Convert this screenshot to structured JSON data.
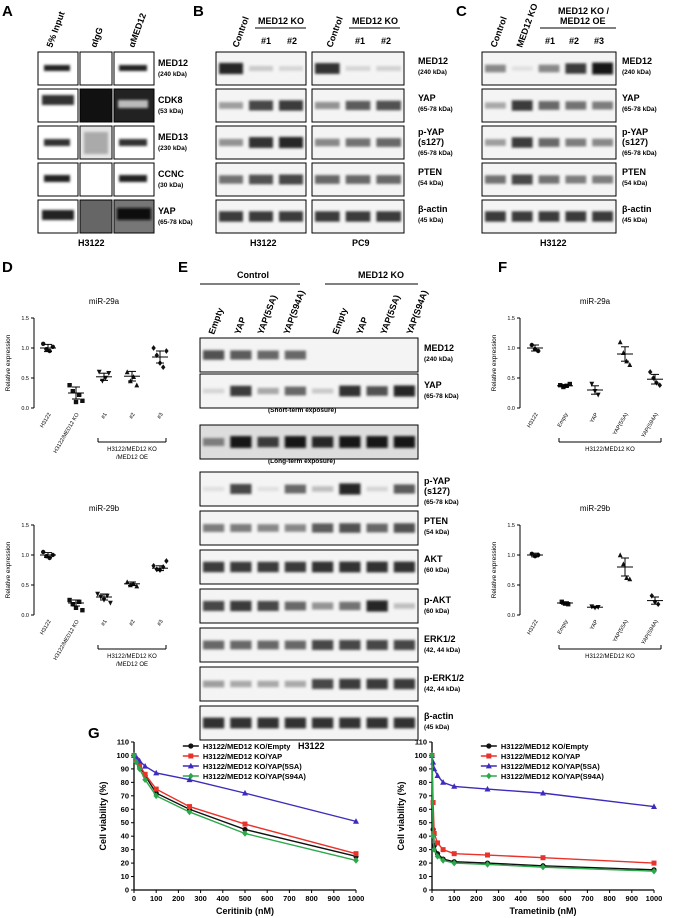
{
  "figure": {
    "panel_letters": [
      "A",
      "B",
      "C",
      "D",
      "E",
      "F",
      "G"
    ]
  },
  "panel_a": {
    "lanes": [
      "5% Input",
      "αIgG",
      "αMED12"
    ],
    "rows": [
      {
        "name": "MED12",
        "size": "(240 kDa)"
      },
      {
        "name": "CDK8",
        "size": "(53 kDa)"
      },
      {
        "name": "MED13",
        "size": "(230 kDa)"
      },
      {
        "name": "CCNC",
        "size": "(30 kDa)"
      },
      {
        "name": "YAP",
        "size": "(65-78 kDa)"
      }
    ],
    "cell_line": "H3122"
  },
  "panel_b": {
    "group_label": "MED12 KO",
    "lanes": [
      "Control",
      "#1",
      "#2"
    ],
    "rows": [
      {
        "name": "MED12",
        "size": "(240 kDa)"
      },
      {
        "name": "YAP",
        "size": "(65-78 kDa)"
      },
      {
        "name": "p-YAP",
        "name2": "(s127)",
        "size": "(65-78 kDa)"
      },
      {
        "name": "PTEN",
        "size": "(54 kDa)"
      },
      {
        "name": "β-actin",
        "size": "(45 kDa)"
      }
    ],
    "cell_lines": [
      "H3122",
      "PC9"
    ]
  },
  "panel_c": {
    "lanes": [
      "Control",
      "MED12 KO",
      "#1",
      "#2",
      "#3"
    ],
    "group_label_line1": "MED12 KO /",
    "group_label_line2": "MED12 OE",
    "rows": [
      {
        "name": "MED12",
        "size": "(240 kDa)"
      },
      {
        "name": "YAP",
        "size": "(65-78 kDa)"
      },
      {
        "name": "p-YAP",
        "name2": "(s127)",
        "size": "(65-78 kDa)"
      },
      {
        "name": "PTEN",
        "size": "(54 kDa)"
      },
      {
        "name": "β-actin",
        "size": "(45 kDa)"
      }
    ],
    "cell_line": "H3122"
  },
  "panel_e": {
    "group_labels": [
      "Control",
      "MED12 KO"
    ],
    "lanes": [
      "Empty",
      "YAP",
      "YAP(5SA)",
      "YAP(S94A)"
    ],
    "rows": [
      {
        "name": "MED12",
        "size": "(240 kDa)"
      },
      {
        "name": "YAP",
        "size": "(65-78 kDa)"
      },
      {
        "name": "p-YAP",
        "name2": "(s127)",
        "size": "(65-78 kDa)"
      },
      {
        "name": "PTEN",
        "size": "(54 kDa)"
      },
      {
        "name": "AKT",
        "size": "(60 kDa)"
      },
      {
        "name": "p-AKT",
        "size": "(60 kDa)"
      },
      {
        "name": "ERK1/2",
        "size": "(42, 44 kDa)"
      },
      {
        "name": "p-ERK1/2",
        "size": "(42, 44 kDa)"
      },
      {
        "name": "β-actin",
        "size": "(45 kDa)"
      }
    ],
    "short_exposure": "(Short-term exposure)",
    "long_exposure": "(Long-term exposure)",
    "cell_line": "H3122"
  },
  "colors": {
    "red": "#e8322a",
    "blue": "#3d2bbd",
    "green": "#2aa84a",
    "black": "#111111"
  },
  "chart_data": [
    {
      "id": "D-top",
      "type": "scatter",
      "title": "miR-29a",
      "ylabel": "Relative expression",
      "ylim": [
        0.0,
        1.5
      ],
      "yticks": [
        "0.0",
        "0.5",
        "1.0",
        "1.5"
      ],
      "categories": [
        "H3122",
        "H3122/MED12 KO",
        "#1",
        "#2",
        "#3"
      ],
      "group_bracket": {
        "label_line1": "H3122/MED12 KO",
        "label_line2": "/MED12 OE",
        "from": 2,
        "to": 4
      },
      "series": [
        {
          "mean": 1.0,
          "sem": 0.06,
          "points": [
            1.07,
            0.98,
            0.95,
            1.02
          ]
        },
        {
          "mean": 0.25,
          "sem": 0.1,
          "points": [
            0.38,
            0.28,
            0.1,
            0.22,
            0.12
          ]
        },
        {
          "mean": 0.52,
          "sem": 0.06,
          "points": [
            0.6,
            0.45,
            0.5,
            0.58
          ]
        },
        {
          "mean": 0.53,
          "sem": 0.08,
          "points": [
            0.6,
            0.45,
            0.52,
            0.38
          ]
        },
        {
          "mean": 0.85,
          "sem": 0.1,
          "points": [
            1.0,
            0.88,
            0.75,
            0.68,
            0.95
          ]
        }
      ]
    },
    {
      "id": "D-bottom",
      "type": "scatter",
      "title": "miR-29b",
      "ylabel": "Relative expression",
      "ylim": [
        0.0,
        1.5
      ],
      "yticks": [
        "0.0",
        "0.5",
        "1.0",
        "1.5"
      ],
      "categories": [
        "H3122",
        "H3122/MED12 KO",
        "#1",
        "#2",
        "#3"
      ],
      "group_bracket": {
        "label_line1": "H3122/MED12 KO",
        "label_line2": "/MED12 OE",
        "from": 2,
        "to": 4
      },
      "series": [
        {
          "mean": 1.0,
          "sem": 0.04,
          "points": [
            1.05,
            0.98,
            0.95,
            1.0
          ]
        },
        {
          "mean": 0.2,
          "sem": 0.05,
          "points": [
            0.25,
            0.18,
            0.12,
            0.22,
            0.08
          ]
        },
        {
          "mean": 0.3,
          "sem": 0.05,
          "points": [
            0.35,
            0.3,
            0.25,
            0.32,
            0.2
          ]
        },
        {
          "mean": 0.52,
          "sem": 0.03,
          "points": [
            0.55,
            0.5,
            0.52,
            0.48
          ]
        },
        {
          "mean": 0.78,
          "sem": 0.04,
          "points": [
            0.82,
            0.76,
            0.75,
            0.8,
            0.9
          ]
        }
      ]
    },
    {
      "id": "F-top",
      "type": "scatter",
      "title": "miR-29a",
      "ylabel": "Relative expression",
      "ylim": [
        0.0,
        1.5
      ],
      "yticks": [
        "0.0",
        "0.5",
        "1.0",
        "1.5"
      ],
      "categories": [
        "H3122",
        "Empty",
        "YAP",
        "YAP(5SA)",
        "YAP(S94A)"
      ],
      "group_bracket": {
        "label_line1": "H3122/MED12 KO",
        "label_line2": "",
        "from": 1,
        "to": 4
      },
      "series": [
        {
          "mean": 1.0,
          "sem": 0.05,
          "points": [
            1.05,
            0.98,
            0.95
          ]
        },
        {
          "mean": 0.37,
          "sem": 0.02,
          "points": [
            0.38,
            0.35,
            0.37,
            0.4
          ]
        },
        {
          "mean": 0.3,
          "sem": 0.07,
          "points": [
            0.4,
            0.28,
            0.22
          ]
        },
        {
          "mean": 0.9,
          "sem": 0.12,
          "points": [
            1.1,
            0.92,
            0.78,
            0.72
          ]
        },
        {
          "mean": 0.48,
          "sem": 0.08,
          "points": [
            0.6,
            0.5,
            0.42,
            0.38
          ]
        }
      ]
    },
    {
      "id": "F-bottom",
      "type": "scatter",
      "title": "miR-29b",
      "ylabel": "Relative expression",
      "ylim": [
        0.0,
        1.5
      ],
      "yticks": [
        "0.0",
        "0.5",
        "1.0",
        "1.5"
      ],
      "categories": [
        "H3122",
        "Empty",
        "YAP",
        "YAP(5SA)",
        "YAP(S94A)"
      ],
      "group_bracket": {
        "label_line1": "H3122/MED12 KO",
        "label_line2": "",
        "from": 1,
        "to": 4
      },
      "series": [
        {
          "mean": 1.0,
          "sem": 0.03,
          "points": [
            1.02,
            0.98,
            1.0
          ]
        },
        {
          "mean": 0.2,
          "sem": 0.02,
          "points": [
            0.22,
            0.19,
            0.18
          ]
        },
        {
          "mean": 0.13,
          "sem": 0.01,
          "points": [
            0.14,
            0.12,
            0.13
          ]
        },
        {
          "mean": 0.8,
          "sem": 0.15,
          "points": [
            1.0,
            0.85,
            0.62,
            0.6
          ]
        },
        {
          "mean": 0.24,
          "sem": 0.06,
          "points": [
            0.32,
            0.22,
            0.18
          ]
        }
      ]
    },
    {
      "id": "G-left",
      "type": "line",
      "xlabel": "Ceritinib (nM)",
      "ylabel": "Cell viability (%)",
      "xlim": [
        0,
        1000
      ],
      "ylim": [
        0,
        110
      ],
      "xticks": [
        0,
        100,
        200,
        300,
        400,
        500,
        600,
        700,
        800,
        900,
        1000
      ],
      "yticks": [
        0,
        10,
        20,
        30,
        40,
        50,
        60,
        70,
        80,
        90,
        100,
        110
      ],
      "x": [
        0,
        10,
        25,
        50,
        100,
        250,
        500,
        1000
      ],
      "series": [
        {
          "name": "H3122/MED12 KO/Empty",
          "color": "#111111",
          "marker": "circle",
          "values": [
            100,
            97,
            92,
            85,
            72,
            60,
            45,
            25
          ]
        },
        {
          "name": "H3122/MED12 KO/YAP",
          "color": "#e8322a",
          "marker": "square",
          "values": [
            100,
            97,
            93,
            86,
            75,
            62,
            49,
            27
          ]
        },
        {
          "name": "H3122/MED12 KO/YAP(5SA)",
          "color": "#3d2bbd",
          "marker": "triangle",
          "values": [
            100,
            99,
            96,
            92,
            87,
            82,
            72,
            51
          ]
        },
        {
          "name": "H3122/MED12 KO/YAP(S94A)",
          "color": "#2aa84a",
          "marker": "diamond",
          "values": [
            100,
            95,
            90,
            82,
            70,
            58,
            42,
            22
          ]
        }
      ]
    },
    {
      "id": "G-right",
      "type": "line",
      "xlabel": "Trametinib (nM)",
      "ylabel": "Cell viability (%)",
      "xlim": [
        0,
        1000
      ],
      "ylim": [
        0,
        110
      ],
      "xticks": [
        0,
        100,
        200,
        300,
        400,
        500,
        600,
        700,
        800,
        900,
        1000
      ],
      "yticks": [
        0,
        10,
        20,
        30,
        40,
        50,
        60,
        70,
        80,
        90,
        100,
        110
      ],
      "x": [
        0,
        5,
        10,
        25,
        50,
        100,
        250,
        500,
        1000
      ],
      "series": [
        {
          "name": "H3122/MED12 KO/Empty",
          "color": "#111111",
          "marker": "circle",
          "values": [
            100,
            45,
            33,
            27,
            23,
            21,
            20,
            18,
            15
          ]
        },
        {
          "name": "H3122/MED12 KO/YAP",
          "color": "#e8322a",
          "marker": "square",
          "values": [
            100,
            65,
            42,
            35,
            30,
            27,
            26,
            24,
            20
          ]
        },
        {
          "name": "H3122/MED12 KO/YAP(5SA)",
          "color": "#3d2bbd",
          "marker": "triangle",
          "values": [
            100,
            95,
            90,
            85,
            80,
            77,
            75,
            72,
            62
          ]
        },
        {
          "name": "H3122/MED12 KO/YAP(S94A)",
          "color": "#2aa84a",
          "marker": "diamond",
          "values": [
            100,
            40,
            30,
            25,
            22,
            20,
            19,
            17,
            14
          ]
        }
      ]
    }
  ]
}
